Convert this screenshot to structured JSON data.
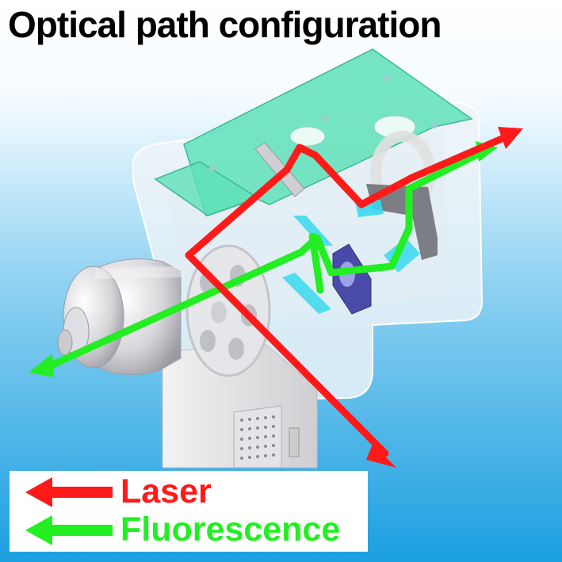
{
  "title": "Optical path configuration",
  "legend": {
    "laser_label": "Laser",
    "fluorescence_label": "Fluorescence"
  },
  "colors": {
    "laser": "#ff1a1a",
    "fluorescence": "#22ee22",
    "background_top": "#ffffff",
    "background_bottom": "#1b9fe0",
    "housing": "#eef4f8",
    "mount_plate": "#5fe0b8",
    "mirror": "#38d8ee",
    "filter_mount": "#4a4aa8",
    "objective": "#d8d8dc"
  },
  "icons": [
    "objective-lens-icon",
    "filter-turret-icon",
    "dichroic-mirror-icon",
    "camera-module-icon"
  ]
}
